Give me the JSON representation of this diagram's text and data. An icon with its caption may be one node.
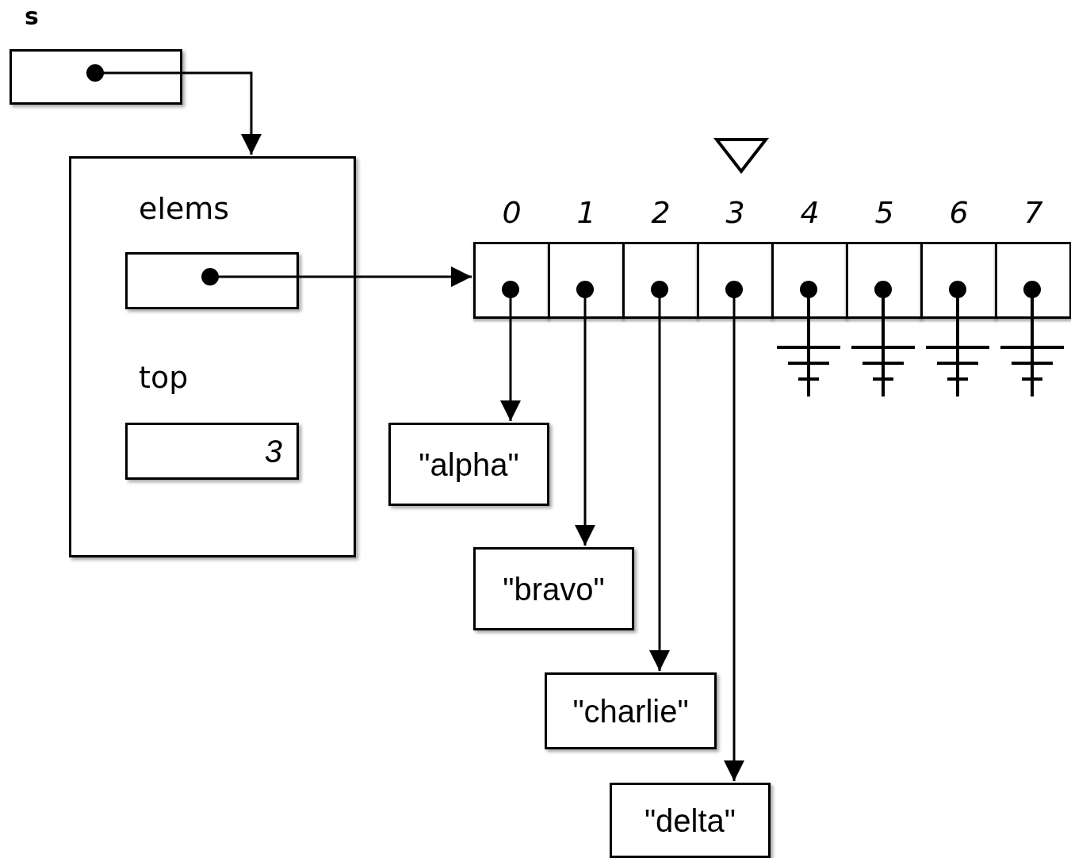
{
  "diagram": {
    "nodes": [
      {
        "text": [
          "s"
        ]
      },
      {
        "text": [],
        "shape": "box"
      },
      {
        "text": [
          "elems"
        ],
        "in": 1
      },
      {
        "text": [
          "top",
          "3"
        ],
        "in": 1
      },
      {
        "text": [
          "0"
        ]
      },
      {
        "text": [
          "1"
        ]
      },
      {
        "text": [
          "2"
        ]
      },
      {
        "text": [
          "3"
        ]
      },
      {
        "text": [
          "4"
        ]
      },
      {
        "text": [
          "5"
        ]
      },
      {
        "text": [
          "6"
        ]
      },
      {
        "text": [
          "7"
        ]
      },
      {
        "text": [
          "\"alpha\""
        ]
      },
      {
        "text": [
          "\"bravo\""
        ]
      },
      {
        "text": [
          "\"charlie\""
        ]
      },
      {
        "text": [
          "\"delta\""
        ]
      }
    ],
    "edges": [
      {
        "from": 0,
        "to": 1,
        "arrow": "to"
      },
      {
        "from": 2,
        "to": 4,
        "arrow": "to"
      },
      {
        "from": 4,
        "to": 12,
        "arrow": "to"
      },
      {
        "from": 5,
        "to": 13,
        "arrow": "to"
      },
      {
        "from": 6,
        "to": 14,
        "arrow": "to"
      },
      {
        "from": 7,
        "to": 15,
        "arrow": "to"
      }
    ]
  }
}
